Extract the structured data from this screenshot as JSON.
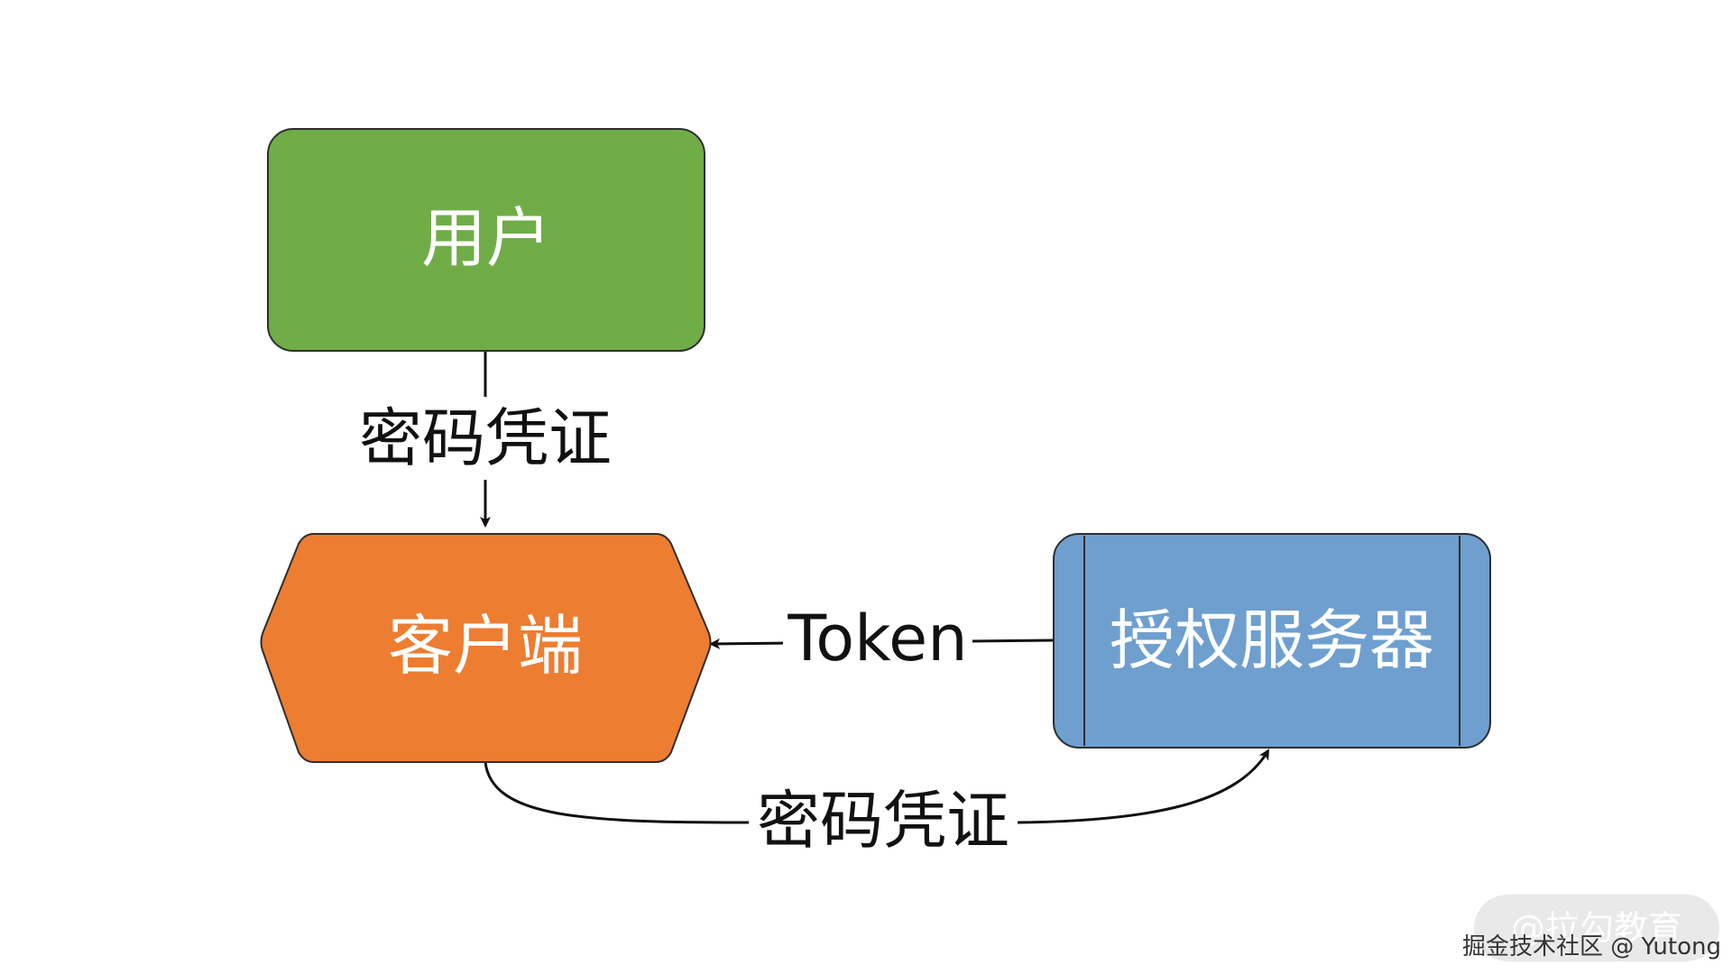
{
  "nodes": {
    "user": {
      "label": "用户",
      "color": "#70AD47"
    },
    "client": {
      "label": "客户端",
      "color": "#ED7D31"
    },
    "auth_server": {
      "label": "授权服务器",
      "color": "#6E9FCF"
    }
  },
  "edges": {
    "user_to_client": {
      "label": "密码凭证"
    },
    "server_to_client": {
      "label": "Token"
    },
    "client_to_server": {
      "label": "密码凭证"
    }
  },
  "watermark": {
    "brand": "@拉勾教育",
    "credit": "掘金技术社区 @ Yutong"
  }
}
